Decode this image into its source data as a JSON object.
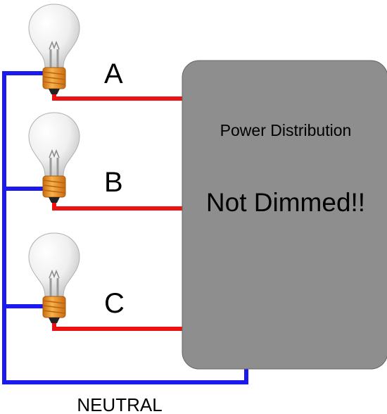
{
  "labels": {
    "lamp_a": "A",
    "lamp_b": "B",
    "lamp_c": "C",
    "box_title": "Power Distribution",
    "box_status": "Not Dimmed!!",
    "neutral": "NEUTRAL"
  },
  "colors": {
    "hot_wire": "#ee1111",
    "neutral_wire": "#1a1aee",
    "box_fill": "#8e8e8e",
    "box_stroke": "#666666",
    "bulb_base": "#f39c2b",
    "bulb_glass": "#eeeeee"
  },
  "icons": {
    "bulb": "light-bulb-icon"
  }
}
